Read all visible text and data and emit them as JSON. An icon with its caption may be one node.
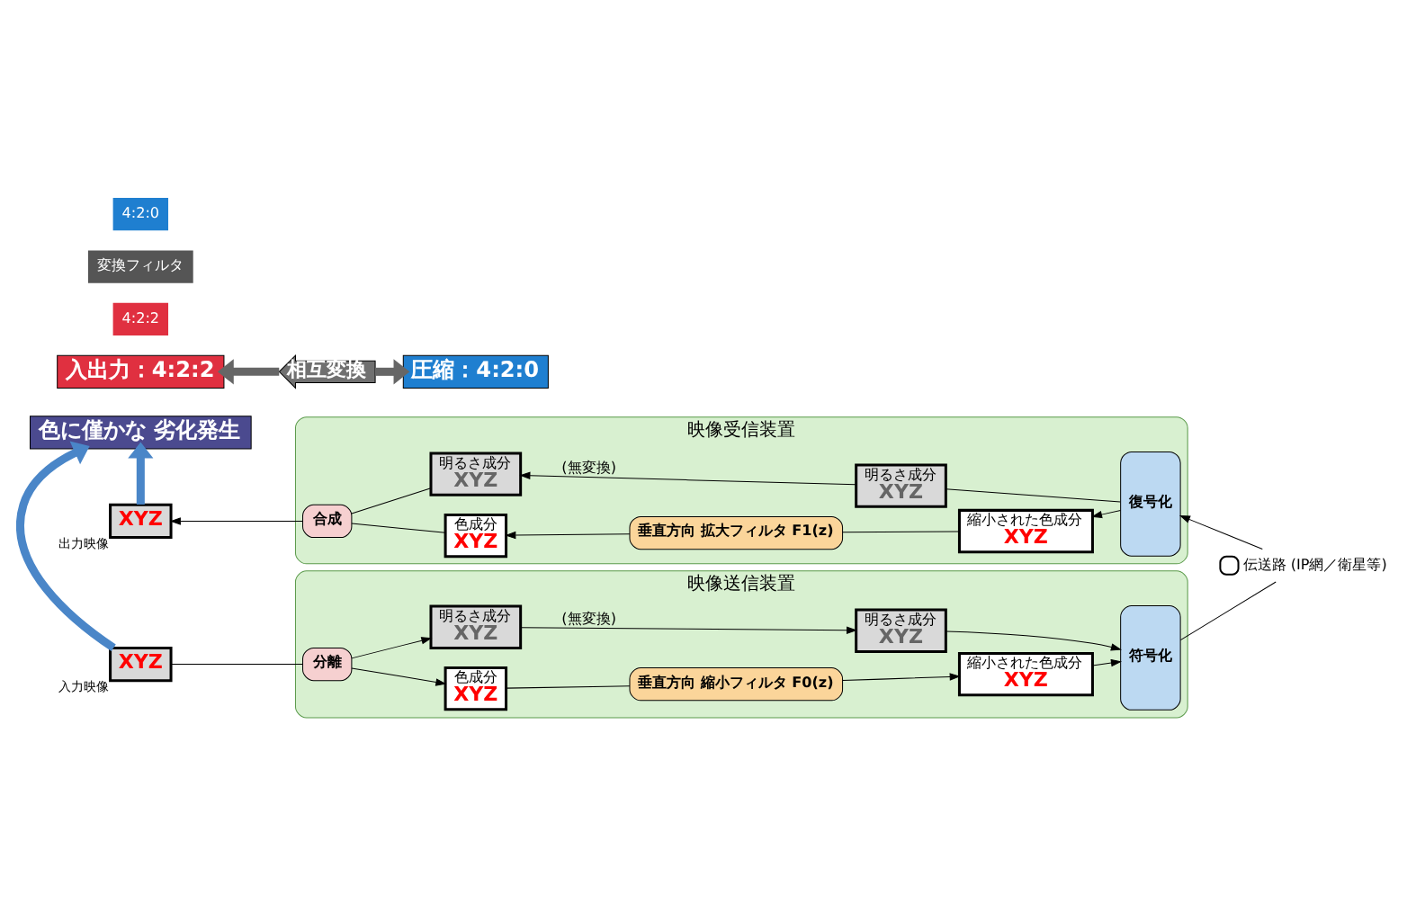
{
  "diagram": {
    "nodes": [
      {
        "text": [
          "入出力：4:2:2"
        ]
      },
      {
        "text": [
          "相互変換"
        ]
      },
      {
        "text": [
          "圧縮：4:2:0"
        ]
      },
      {
        "text": [
          "映像送信装置"
        ]
      },
      {
        "text": [
          "XYZ"
        ],
        "beside": [
          "入力映像"
        ]
      },
      {
        "text": [
          "分離"
        ],
        "in": 3
      },
      {
        "text": [
          "色成分",
          "XYZ"
        ],
        "in": 3
      },
      {
        "text": [
          "垂直方向 縮小フィルタ F0(z)"
        ],
        "in": 3
      },
      {
        "text": [
          "明るさ成分",
          "XYZ"
        ],
        "in": 3
      },
      {
        "text": [
          "縮小された色成分",
          "XYZ"
        ],
        "in": 3
      },
      {
        "text": [
          "明るさ成分",
          "XYZ"
        ],
        "in": 3
      },
      {
        "text": [
          "符号化"
        ],
        "in": 3
      },
      {
        "text": [],
        "shape": "circle",
        "beside": [
          "伝送路 (IP網／衛星等)"
        ]
      },
      {
        "text": [
          "映像受信装置"
        ]
      },
      {
        "text": [
          "復号化"
        ],
        "in": 13
      },
      {
        "text": [
          "縮小された色成分",
          "XYZ"
        ],
        "in": 13
      },
      {
        "text": [
          "垂直方向 拡大フィルタ F1(z)"
        ],
        "in": 13
      },
      {
        "text": [
          "色成分",
          "XYZ"
        ],
        "in": 13
      },
      {
        "text": [
          "明るさ成分",
          "XYZ"
        ],
        "in": 13
      },
      {
        "text": [
          "明るさ成分",
          "XYZ"
        ],
        "in": 13
      },
      {
        "text": [
          "合成"
        ],
        "in": 13
      },
      {
        "text": [
          "XYZ"
        ],
        "beside": [
          "出力映像"
        ]
      },
      {
        "text": [
          "色に僅かな 劣化発生"
        ]
      }
    ],
    "edges": [
      {
        "from": 1,
        "to": 0,
        "arrow": "to",
        "style": "thick",
        "color": "#666666"
      },
      {
        "from": 1,
        "to": 2,
        "arrow": "to",
        "style": "thick",
        "color": "#666666"
      },
      {
        "from": 4,
        "to": 5,
        "arrow": "none"
      },
      {
        "from": 5,
        "to": 6,
        "arrow": "to"
      },
      {
        "from": 5,
        "to": 8,
        "arrow": "to"
      },
      {
        "from": 6,
        "to": 7,
        "arrow": "none"
      },
      {
        "from": 7,
        "to": 9,
        "arrow": "to"
      },
      {
        "from": 8,
        "to": 10,
        "label": "(無変換)",
        "arrow": "to"
      },
      {
        "from": 9,
        "to": 11,
        "arrow": "to"
      },
      {
        "from": 10,
        "to": 11,
        "arrow": "to"
      },
      {
        "from": 11,
        "to": 12,
        "arrow": "none"
      },
      {
        "from": 12,
        "to": 14,
        "arrow": "to"
      },
      {
        "from": 14,
        "to": 15,
        "arrow": "to"
      },
      {
        "from": 15,
        "to": 16,
        "arrow": "none"
      },
      {
        "from": 16,
        "to": 17,
        "arrow": "to"
      },
      {
        "from": 14,
        "to": 18,
        "arrow": "none"
      },
      {
        "from": 18,
        "to": 19,
        "label": "(無変換)",
        "arrow": "to"
      },
      {
        "from": 17,
        "to": 20,
        "arrow": "none"
      },
      {
        "from": 19,
        "to": 20,
        "arrow": "none"
      },
      {
        "from": 20,
        "to": 21,
        "arrow": "to"
      },
      {
        "from": 4,
        "to": 22,
        "arrow": "to",
        "style": "thick",
        "color": "#4a86c8"
      },
      {
        "from": 21,
        "to": 22,
        "arrow": "to",
        "style": "thick",
        "color": "#4a86c8"
      }
    ],
    "labels": [
      "4:2:2",
      "変換フィルタ",
      "4:2:0"
    ]
  }
}
